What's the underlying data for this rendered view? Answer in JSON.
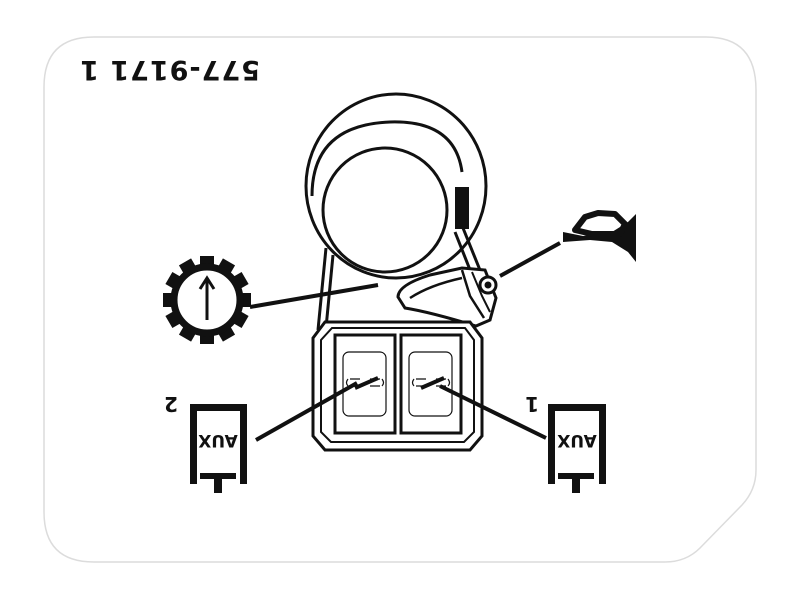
{
  "decal": {
    "part_number": "577-9171 1",
    "orientation": "rotated 180 degrees",
    "colors": {
      "ink": "#111111",
      "background": "#ffffff",
      "outline": "#d8d8d8"
    }
  },
  "symbols": {
    "speed_gear": {
      "icon": "gear-with-up-arrow-icon"
    },
    "horn": {
      "icon": "horn-icon"
    },
    "aux_left": {
      "label": "AUX",
      "number": "2",
      "icon": "aux-cylinder-icon"
    },
    "aux_right": {
      "label": "AUX",
      "number": "1",
      "icon": "aux-cylinder-icon"
    }
  },
  "controls": {
    "joystick": {
      "icon": "joystick-knob-icon"
    },
    "switch_left": {
      "icon": "rocker-switch-icon"
    },
    "switch_right": {
      "icon": "rocker-switch-icon"
    }
  }
}
